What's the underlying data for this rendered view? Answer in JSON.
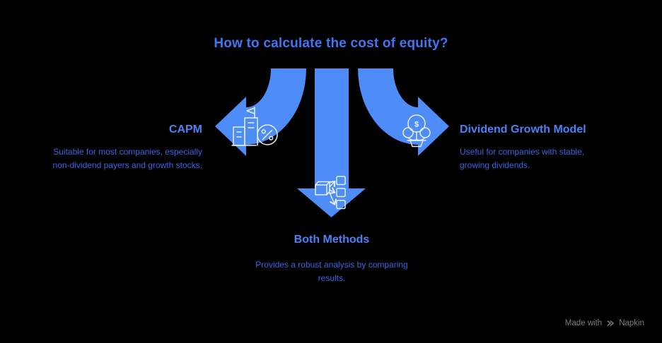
{
  "title": "How to calculate the cost of equity?",
  "colors": {
    "background": "#000000",
    "arrow": "#4E8CF8",
    "title_text": "#4076F3",
    "heading_text": "#4B82F3",
    "body_text": "#3B64E2",
    "icon_stroke": "#E9F0FD",
    "watermark_text": "#7A7D80"
  },
  "nodes": {
    "capm": {
      "heading": "CAPM",
      "description": [
        "Suitable for most companies, especially",
        "non-dividend payers and growth stocks."
      ],
      "icon": "company-percent-icon",
      "arrow_direction": "left"
    },
    "dividend_growth": {
      "heading": "Dividend Growth Model",
      "description": [
        "Useful for companies with stable,",
        "growing dividends."
      ],
      "icon": "money-tree-icon",
      "icon_symbol": "$",
      "arrow_direction": "right"
    },
    "both_methods": {
      "heading": "Both Methods",
      "description": [
        "Provides a robust analysis by comparing",
        "results."
      ],
      "icon": "comparison-flow-icon",
      "arrow_direction": "down"
    }
  },
  "watermark": {
    "prefix": "Made with",
    "brand": "Napkin",
    "logo_icon": "napkin-logo-icon"
  }
}
